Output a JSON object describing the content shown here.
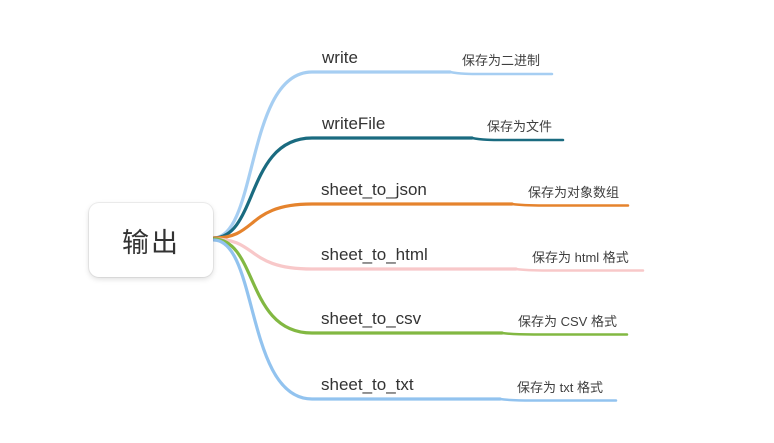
{
  "root": {
    "label": "输出"
  },
  "branches": [
    {
      "label": "write",
      "note": "保存为二进制",
      "color": "#a6cef2"
    },
    {
      "label": "writeFile",
      "note": "保存为文件",
      "color": "#1a6b80"
    },
    {
      "label": "sheet_to_json",
      "note": "保存为对象数组",
      "color": "#e5832d"
    },
    {
      "label": "sheet_to_html",
      "note": "保存为 html 格式",
      "color": "#f8c8c9"
    },
    {
      "label": "sheet_to_csv",
      "note": "保存为 CSV 格式",
      "color": "#82b842"
    },
    {
      "label": "sheet_to_txt",
      "note": "保存为 txt 格式",
      "color": "#92c3ef"
    }
  ]
}
